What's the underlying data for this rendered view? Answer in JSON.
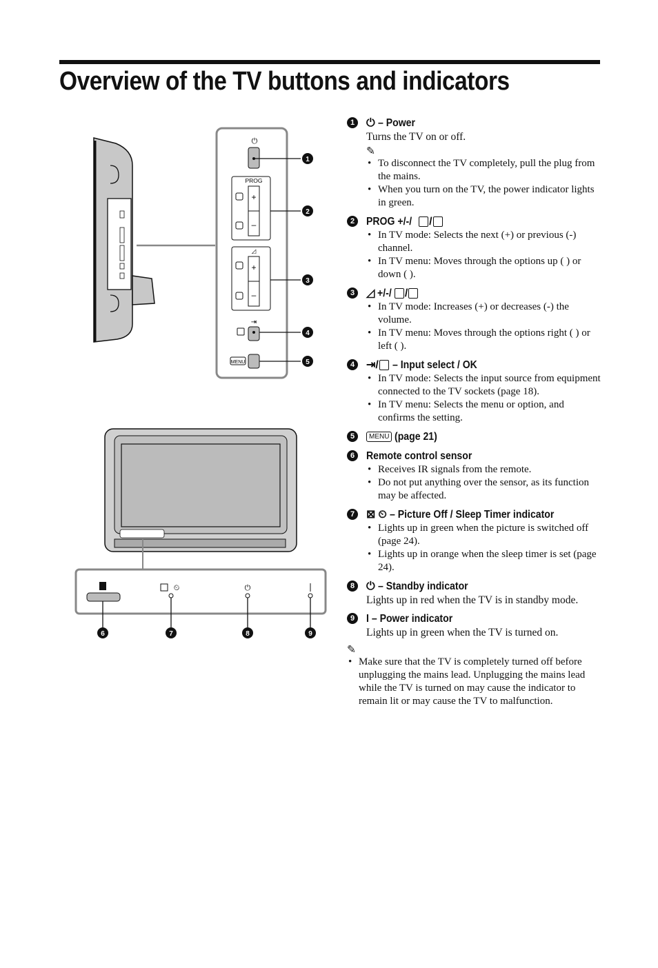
{
  "title": "Overview of the TV buttons and indicators",
  "figure": {
    "side_labels": {
      "prog": "PROG",
      "menu": "MENU",
      "plus": "+",
      "minus": "–"
    },
    "callouts_top": [
      "1",
      "2",
      "3",
      "4",
      "5"
    ],
    "callouts_bottom": [
      "6",
      "7",
      "8",
      "9"
    ]
  },
  "items": [
    {
      "num": "1",
      "heading": "– Power",
      "para": "Turns the TV on or off.",
      "bullets": [
        "To disconnect the TV completely, pull the plug from the mains.",
        "When you turn on the TV, the power indicator lights in green."
      ]
    },
    {
      "num": "2",
      "heading": "PROG +/-/",
      "bullets": [
        "In TV mode: Selects the next (+) or previous (-) channel.",
        "In TV menu: Moves through the options up (  ) or down (  )."
      ]
    },
    {
      "num": "3",
      "heading": "+/-/",
      "bullets": [
        "In TV mode: Increases (+) or decreases (-) the volume.",
        "In TV menu: Moves through the options right (  ) or left (  )."
      ]
    },
    {
      "num": "4",
      "heading": "– Input select / OK",
      "bullets": [
        "In TV mode: Selects the input source from equipment connected to the TV sockets (page 18).",
        "In TV menu: Selects the menu or option, and confirms the setting."
      ]
    },
    {
      "num": "5",
      "heading": "(page 21)",
      "menu_label": "MENU"
    },
    {
      "num": "6",
      "heading": "Remote control sensor",
      "bullets": [
        "Receives IR signals from the remote.",
        "Do not put anything over the sensor, as its function may be affected."
      ]
    },
    {
      "num": "7",
      "heading": "– Picture Off / Sleep Timer indicator",
      "bullets": [
        "Lights up in green when the picture is switched off (page 24).",
        "Lights up in orange when the sleep timer is set (page 24)."
      ]
    },
    {
      "num": "8",
      "heading": "– Standby indicator",
      "para": "Lights up in red when the TV is in standby mode."
    },
    {
      "num": "9",
      "heading": "I – Power indicator",
      "para": "Lights up in green when the TV is turned on."
    }
  ],
  "final_note": "Make sure that the TV is completely turned off before unplugging the mains lead. Unplugging the mains lead while the TV is turned on may cause the indicator to remain lit or may cause the TV to malfunction."
}
